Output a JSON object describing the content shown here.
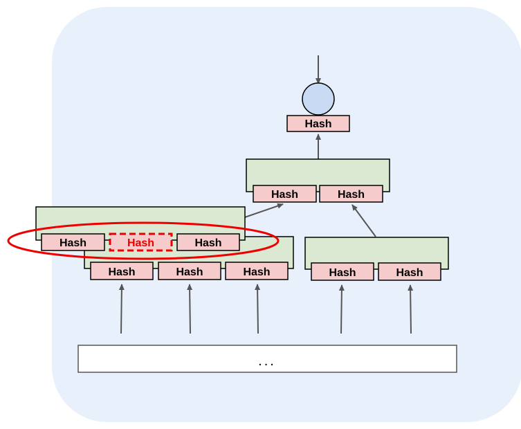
{
  "diagram": {
    "colors": {
      "background_panel": "#e8f1fb",
      "node_fill": "#dbe9d3",
      "hash_fill": "#f5cbcb",
      "root_fill": "#c9daf5",
      "arrow": "#555555",
      "highlight": "#ee0000"
    },
    "root": {
      "label": "Hash"
    },
    "level2": {
      "labels": [
        "Hash",
        "Hash"
      ]
    },
    "level1_highlighted": {
      "labels": [
        "Hash",
        "Hash",
        "Hash"
      ],
      "highlighted_index": 1
    },
    "level1_left": {
      "labels": [
        "Hash",
        "Hash",
        "Hash"
      ]
    },
    "level1_right": {
      "labels": [
        "Hash",
        "Hash"
      ]
    },
    "leaf_data": {
      "text": "..."
    }
  }
}
